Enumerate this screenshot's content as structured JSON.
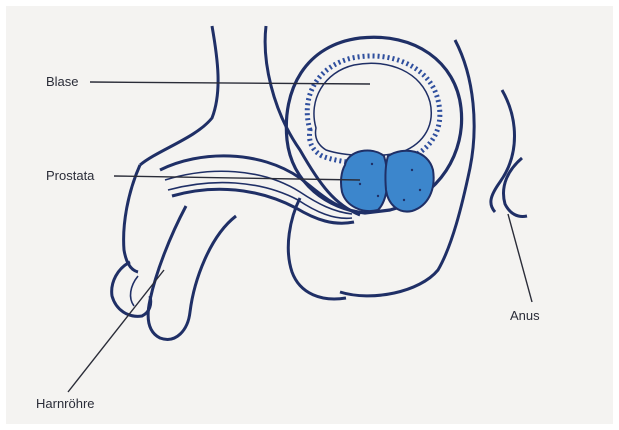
{
  "labels": {
    "blase": "Blase",
    "prostata": "Prostata",
    "anus": "Anus",
    "harnroehre": "Harnröhre"
  },
  "colors": {
    "outline": "#1f2f66",
    "prostate_fill": "#3c86cc",
    "bladder_lining": "#2f4f9e",
    "leader_line": "#2a2c38",
    "paper": "#f4f3f1"
  }
}
